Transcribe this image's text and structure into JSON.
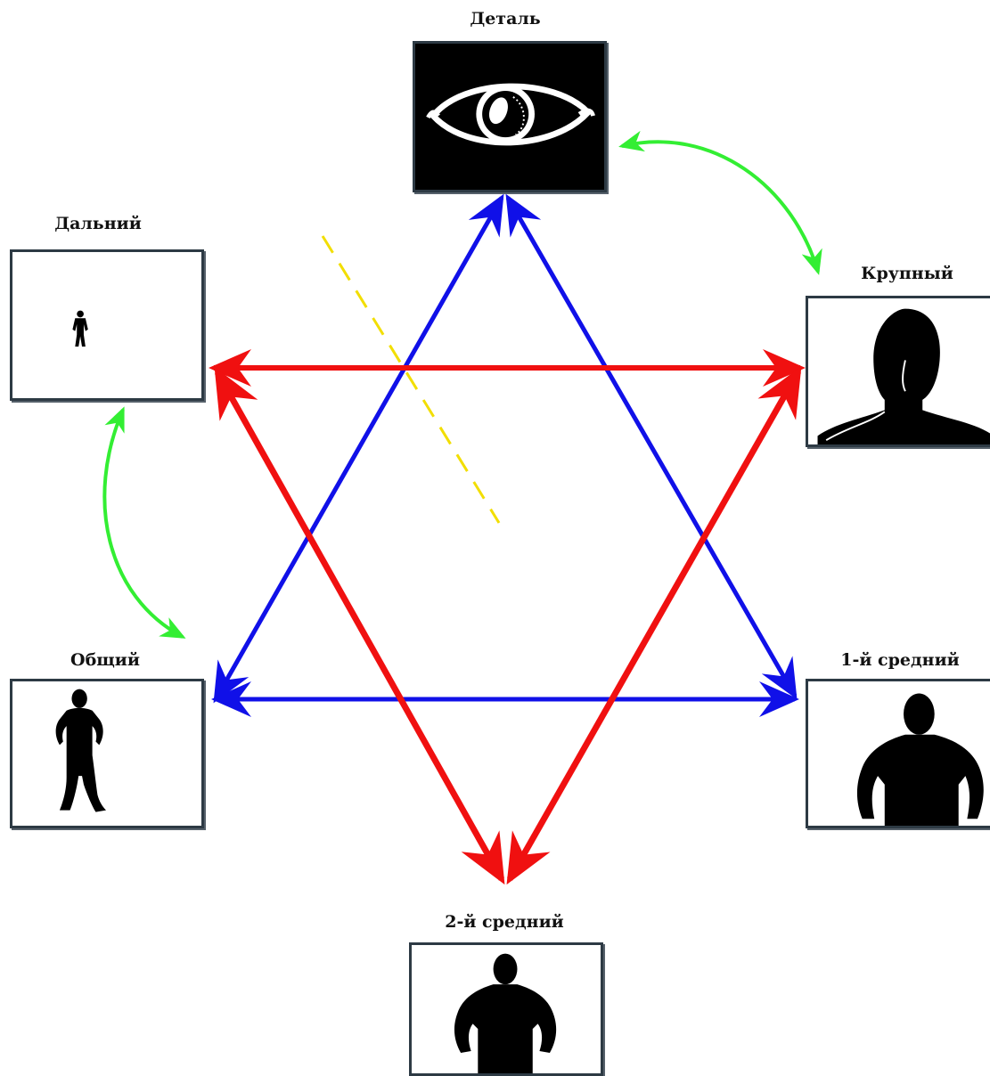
{
  "shots": {
    "detail": {
      "label": "Деталь",
      "icon": "eye-icon"
    },
    "long": {
      "label": "Дальний",
      "icon": "tiny-figure-icon"
    },
    "closeup": {
      "label": "Крупный",
      "icon": "head-shoulders-icon"
    },
    "full": {
      "label": "Общий",
      "icon": "full-body-figure-icon"
    },
    "medium1": {
      "label": "1-й средний",
      "icon": "waist-up-figure-icon"
    },
    "medium2": {
      "label": "2-й средний",
      "icon": "thigh-up-figure-icon"
    }
  },
  "colors": {
    "blue_arrows": "#1010e8",
    "red_arrows": "#f01010",
    "green_arrows": "#33ee33",
    "dashed_line": "#f2de00",
    "frame_border": "#2d3a44"
  }
}
